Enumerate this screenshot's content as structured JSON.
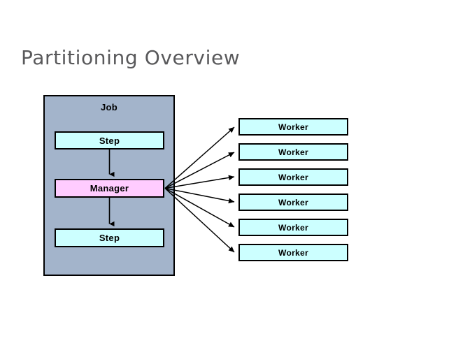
{
  "slide": {
    "title": "Partitioning Overview",
    "background_color": "#ffffff",
    "title_color": "#59595b"
  },
  "job": {
    "label": "Job",
    "fill_color": "#a3b4cb",
    "border_color": "#000000",
    "nodes": [
      {
        "label": "Step",
        "fill_color": "#ccffff",
        "role": "step"
      },
      {
        "label": "Manager",
        "fill_color": "#ffccff",
        "role": "manager"
      },
      {
        "label": "Step",
        "fill_color": "#ccffff",
        "role": "step"
      }
    ]
  },
  "workers": {
    "fill_color": "#ccffff",
    "items": [
      {
        "label": "Worker"
      },
      {
        "label": "Worker"
      },
      {
        "label": "Worker"
      },
      {
        "label": "Worker"
      },
      {
        "label": "Worker"
      },
      {
        "label": "Worker"
      }
    ]
  },
  "connectors": {
    "internal": [
      {
        "from": "step-top",
        "to": "manager",
        "direction": "down"
      },
      {
        "from": "manager",
        "to": "step-bottom",
        "direction": "down"
      }
    ],
    "fan_out": {
      "from": "manager",
      "to": [
        "worker-0",
        "worker-1",
        "worker-2",
        "worker-3",
        "worker-4",
        "worker-5"
      ],
      "count": 6
    }
  }
}
